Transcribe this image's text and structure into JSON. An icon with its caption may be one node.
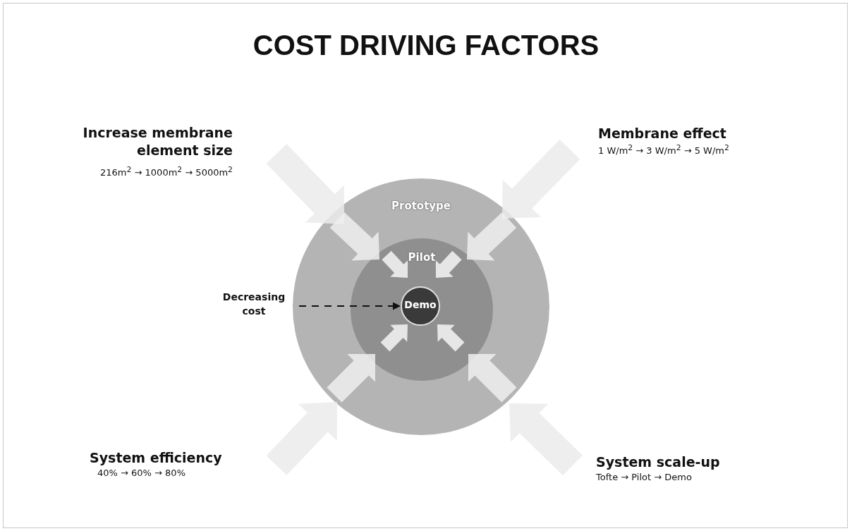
{
  "diagram": {
    "title": "COST DRIVING FACTORS",
    "nodes": [
      {
        "text": [
          "Prototype"
        ]
      },
      {
        "text": [
          "Pilot"
        ],
        "in": 0
      },
      {
        "text": [
          "Demo"
        ],
        "in": 1
      },
      {
        "text": [
          "Decreasing cost"
        ]
      }
    ],
    "edges": [
      {
        "from": 3,
        "to": 2,
        "arrow": "to",
        "style": "dashed"
      }
    ],
    "labels": [
      "Increase membrane element size",
      "216m$^{2}$ → 1000m$^{2}$ → 5000m$^{2}$",
      "Membrane effect",
      "1 W/m$^{2}$  → 3 W/m$^{2}$ → 5 W/m$^{2}$",
      "System efficiency",
      "40% → 60% → 80%",
      "System scale-up",
      "Tofte → Pilot → Demo"
    ]
  }
}
